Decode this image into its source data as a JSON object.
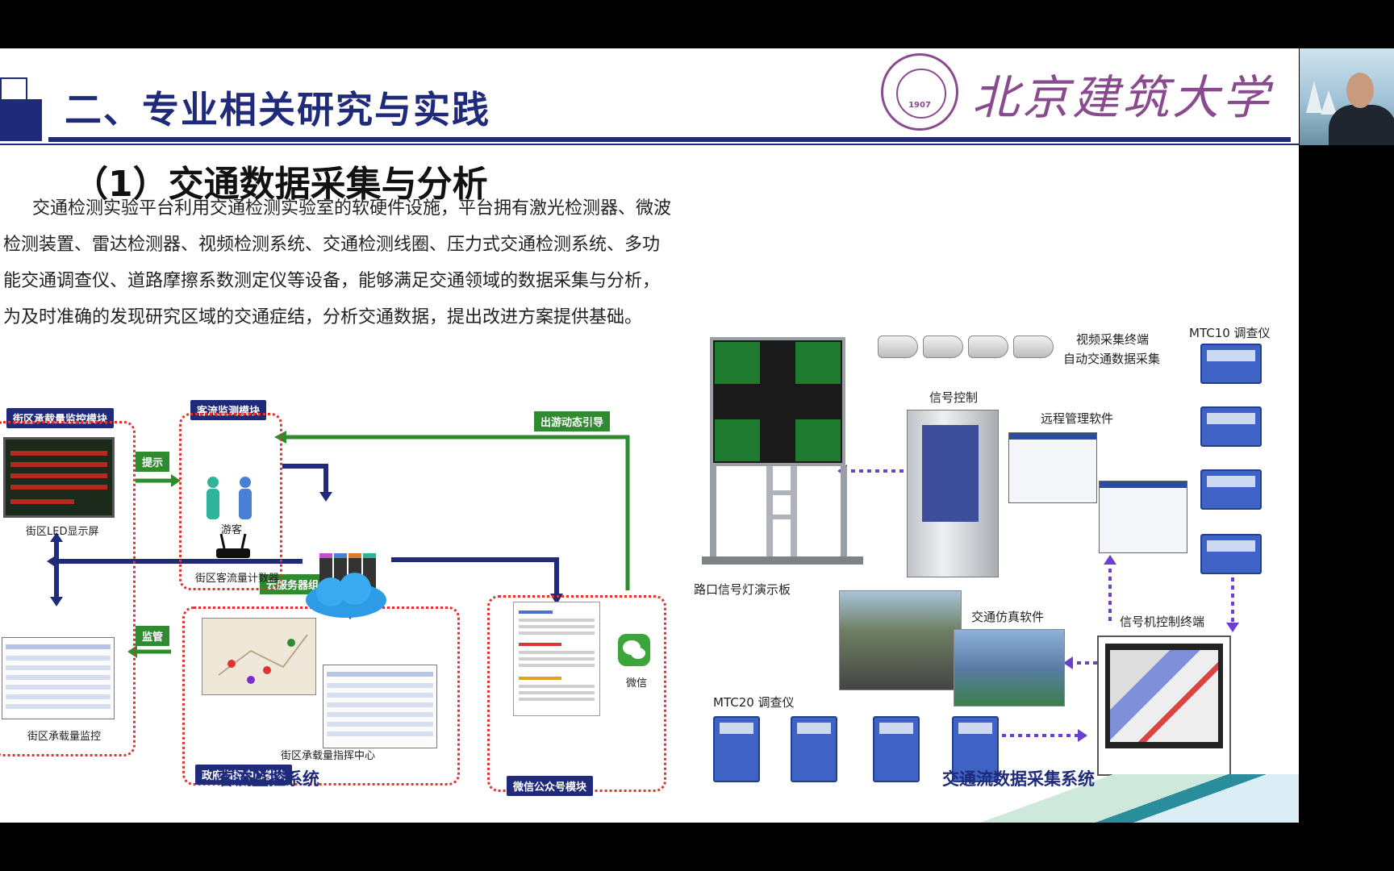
{
  "slide": {
    "section_title": "二、专业相关研究与实践",
    "university": "北京建筑大学",
    "seal_year": "1907",
    "subtitle": "（1）交通数据采集与分析",
    "paragraph": "交通检测实验平台利用交通检测实验室的软硬件设施，平台拥有激光检测器、微波检测装置、雷达检测器、视频检测系统、交通检测线圈、压力式交通检测系统、多功能交通调查仪、道路摩擦系数测定仪等设备，能够满足交通领域的数据采集与分析，为及时准确的发现研究区域的交通症结，分析交通数据，提出改进方案提供基础。"
  },
  "left_diagram": {
    "street_module": "街区承载量监控模块",
    "visitor_module": "客流监测模块",
    "travel_guide": "出游动态引导",
    "prompt": "提示",
    "tourist": "游客",
    "counter": "街区客流量计数器",
    "led": "街区LED显示屏",
    "cloud": "云服务器组",
    "supervise": "监管",
    "street_monitor": "街区承载量监控",
    "command_center": "街区承载量指挥中心",
    "gov_module": "政府指挥中心模块",
    "wechat": "微信",
    "wechat_module": "微信公众号模块",
    "caption": "客流监控系统"
  },
  "right_diagram": {
    "video_terminal": "视频采集终端",
    "auto_collect": "自动交通数据采集",
    "mtc10": "MTC10 调查仪",
    "signal_control": "信号控制",
    "remote_software": "远程管理软件",
    "signal_board": "路口信号灯演示板",
    "sim_software": "交通仿真软件",
    "signal_terminal": "信号机控制终端",
    "mtc20": "MTC20 调查仪",
    "caption": "交通流数据采集系统"
  },
  "colors": {
    "navy": "#1f2a7a",
    "purple": "#8a4a8f",
    "green": "#2e8b2e",
    "red_dots": "#d33"
  }
}
